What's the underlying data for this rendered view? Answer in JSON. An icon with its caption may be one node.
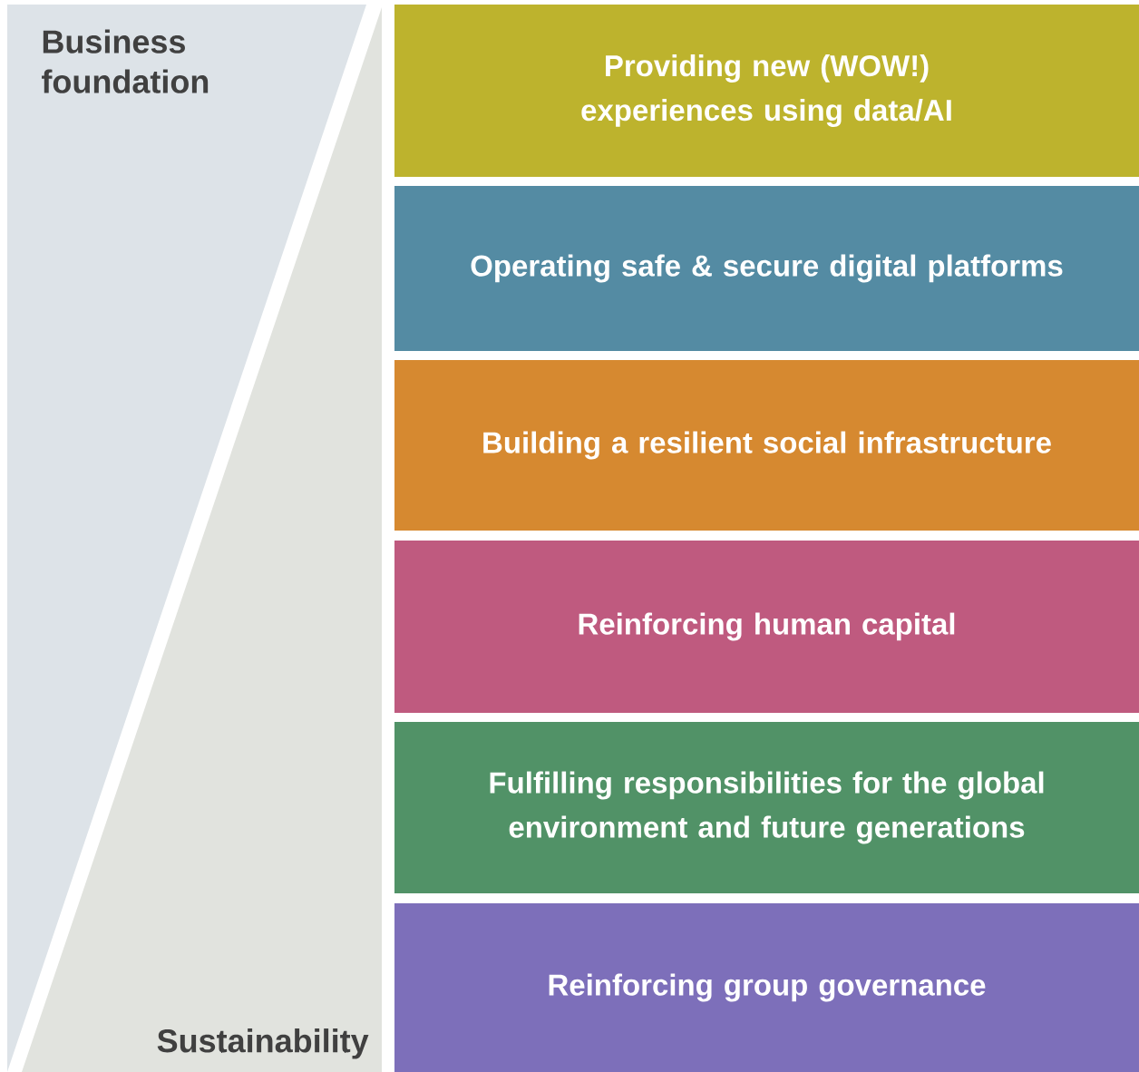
{
  "diagram": {
    "nodes": [
      {
        "text": [
          "Business foundation"
        ]
      },
      {
        "text": [
          "Sustainability"
        ]
      },
      {
        "text": [
          "Providing new (WOW!) experiences using data/AI"
        ]
      },
      {
        "text": [
          "Operating safe & secure digital platforms"
        ]
      },
      {
        "text": [
          "Building a resilient social infrastructure"
        ]
      },
      {
        "text": [
          "Reinforcing human capital"
        ]
      },
      {
        "text": [
          "Fulfilling responsibilities for the global environment and future generations"
        ]
      },
      {
        "text": [
          "Reinforcing group governance"
        ]
      }
    ],
    "edges": []
  }
}
